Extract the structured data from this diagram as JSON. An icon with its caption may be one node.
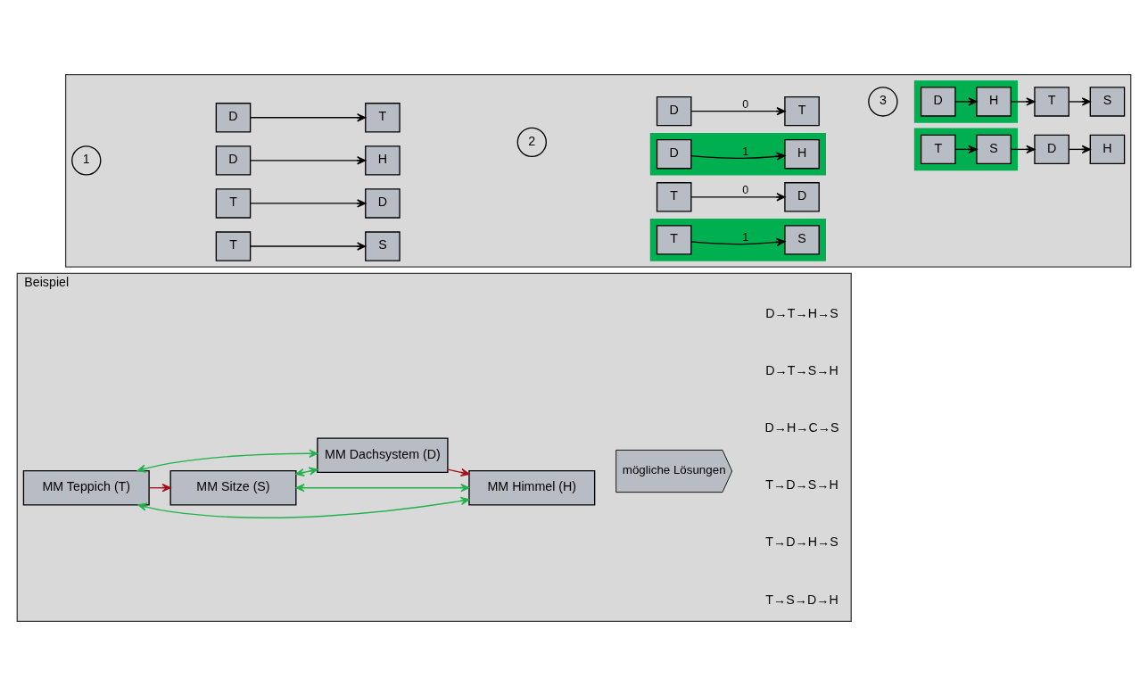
{
  "diagram": {
    "nodes": [
      {
        "text": [
          "Beispiel"
        ]
      },
      {
        "text": [
          "MM Teppich (T)"
        ],
        "in": 0
      },
      {
        "text": [
          "MM Himmel (H)"
        ],
        "in": 0
      },
      {
        "text": [
          "MM Sitze (S)"
        ],
        "in": 0
      },
      {
        "text": [
          "MM Dachsystem (D)"
        ],
        "in": 0
      },
      {
        "text": [
          "mögliche Lösungen"
        ],
        "in": 0
      },
      {
        "text": [],
        "shape": "arrow"
      },
      {
        "text": [
          "1"
        ],
        "in": 6
      },
      {
        "text": [
          "T"
        ],
        "in": 6
      },
      {
        "text": [
          "S"
        ],
        "in": 6
      },
      {
        "text": [
          "T"
        ],
        "in": 6
      },
      {
        "text": [
          "D"
        ],
        "in": 6
      },
      {
        "text": [
          "D"
        ],
        "in": 6
      },
      {
        "text": [
          "H"
        ],
        "in": 6
      },
      {
        "text": [
          "D"
        ],
        "in": 6
      },
      {
        "text": [
          "T"
        ],
        "in": 6
      },
      {
        "text": [
          "2"
        ],
        "in": 6
      },
      {
        "text": [],
        "shape": "bar",
        "in": 6
      },
      {
        "text": [
          "T"
        ],
        "in": 17
      },
      {
        "text": [
          "S"
        ],
        "in": 17
      },
      {
        "text": [
          "T"
        ],
        "in": 6
      },
      {
        "text": [
          "D"
        ],
        "in": 6
      },
      {
        "text": [],
        "shape": "bar",
        "in": 6
      },
      {
        "text": [
          "D"
        ],
        "in": 22
      },
      {
        "text": [
          "H"
        ],
        "in": 22
      },
      {
        "text": [
          "D"
        ],
        "in": 6
      },
      {
        "text": [
          "T"
        ],
        "in": 6
      },
      {
        "text": [
          "3"
        ],
        "in": 6
      },
      {
        "text": [],
        "shape": "bar",
        "in": 6
      },
      {
        "text": [
          "T"
        ],
        "in": 28
      },
      {
        "text": [
          "S"
        ],
        "in": 28
      },
      {
        "text": [
          "D"
        ],
        "in": 6
      },
      {
        "text": [
          "H"
        ],
        "in": 6
      },
      {
        "text": [],
        "shape": "bar",
        "in": 6
      },
      {
        "text": [
          "D"
        ],
        "in": 33
      },
      {
        "text": [
          "H"
        ],
        "in": 33
      },
      {
        "text": [
          "T"
        ],
        "in": 6
      },
      {
        "text": [
          "S"
        ],
        "in": 6
      }
    ],
    "edges": [
      {
        "from": 1,
        "to": 3,
        "arrow": "to",
        "color": "#a50f15"
      },
      {
        "from": 4,
        "to": 2,
        "arrow": "to",
        "color": "#a50f15"
      },
      {
        "from": 1,
        "to": 2,
        "arrow": "both",
        "color": "#22b14c"
      },
      {
        "from": 1,
        "to": 4,
        "arrow": "both",
        "color": "#22b14c"
      },
      {
        "from": 3,
        "to": 2,
        "arrow": "both",
        "color": "#22b14c"
      },
      {
        "from": 3,
        "to": 4,
        "arrow": "both",
        "color": "#22b14c"
      },
      {
        "from": 8,
        "to": 9,
        "arrow": "to"
      },
      {
        "from": 10,
        "to": 11,
        "arrow": "to"
      },
      {
        "from": 12,
        "to": 13,
        "arrow": "to"
      },
      {
        "from": 14,
        "to": 15,
        "arrow": "to"
      },
      {
        "from": 18,
        "to": 19,
        "arrow": "to",
        "label": "1"
      },
      {
        "from": 20,
        "to": 21,
        "arrow": "to",
        "label": "0"
      },
      {
        "from": 23,
        "to": 24,
        "arrow": "to",
        "label": "1"
      },
      {
        "from": 25,
        "to": 26,
        "arrow": "to",
        "label": "0"
      },
      {
        "from": 29,
        "to": 30,
        "arrow": "to"
      },
      {
        "from": 30,
        "to": 31,
        "arrow": "to"
      },
      {
        "from": 31,
        "to": 32,
        "arrow": "to"
      },
      {
        "from": 34,
        "to": 35,
        "arrow": "to"
      },
      {
        "from": 35,
        "to": 36,
        "arrow": "to"
      },
      {
        "from": 36,
        "to": 37,
        "arrow": "to"
      }
    ],
    "labels": [
      "T→S→D→H",
      "T→D→H→S",
      "T→D→S→H",
      "D→H→C→S",
      "D→T→S→H",
      "D→T→H→S"
    ]
  }
}
